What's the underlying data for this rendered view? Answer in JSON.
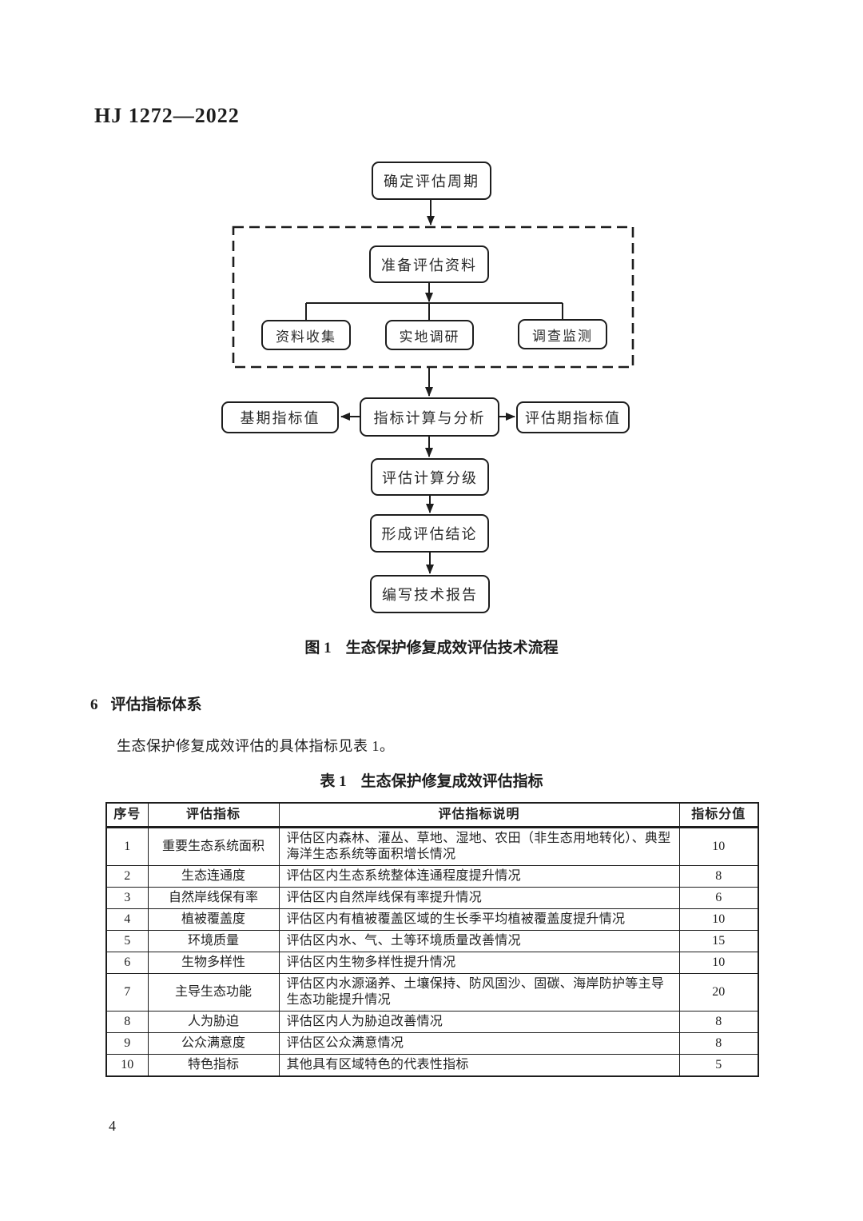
{
  "header": {
    "standard_number": "HJ 1272—2022"
  },
  "flowchart": {
    "boxes": {
      "determine_cycle": "确定评估周期",
      "prepare_materials": "准备评估资料",
      "data_collection": "资料收集",
      "field_research": "实地调研",
      "survey_monitoring": "调查监测",
      "baseline_value": "基期指标值",
      "calc_analysis": "指标计算与分析",
      "assessment_value": "评估期指标值",
      "calc_grading": "评估计算分级",
      "form_conclusion": "形成评估结论",
      "write_report": "编写技术报告"
    },
    "caption_label": "图 1",
    "caption_title": "生态保护修复成效评估技术流程"
  },
  "section": {
    "number": "6",
    "title": "评估指标体系"
  },
  "paragraph": "生态保护修复成效评估的具体指标见表 1。",
  "table": {
    "caption_label": "表 1",
    "caption_title": "生态保护修复成效评估指标",
    "headers": [
      "序号",
      "评估指标",
      "评估指标说明",
      "指标分值"
    ],
    "rows": [
      [
        "1",
        "重要生态系统面积",
        "评估区内森林、灌丛、草地、湿地、农田（非生态用地转化）、典型海洋生态系统等面积增长情况",
        "10"
      ],
      [
        "2",
        "生态连通度",
        "评估区内生态系统整体连通程度提升情况",
        "8"
      ],
      [
        "3",
        "自然岸线保有率",
        "评估区内自然岸线保有率提升情况",
        "6"
      ],
      [
        "4",
        "植被覆盖度",
        "评估区内有植被覆盖区域的生长季平均植被覆盖度提升情况",
        "10"
      ],
      [
        "5",
        "环境质量",
        "评估区内水、气、土等环境质量改善情况",
        "15"
      ],
      [
        "6",
        "生物多样性",
        "评估区内生物多样性提升情况",
        "10"
      ],
      [
        "7",
        "主导生态功能",
        "评估区内水源涵养、土壤保持、防风固沙、固碳、海岸防护等主导生态功能提升情况",
        "20"
      ],
      [
        "8",
        "人为胁迫",
        "评估区内人为胁迫改善情况",
        "8"
      ],
      [
        "9",
        "公众满意度",
        "评估区公众满意情况",
        "8"
      ],
      [
        "10",
        "特色指标",
        "其他具有区域特色的代表性指标",
        "5"
      ]
    ]
  },
  "footer": {
    "page_number": "4"
  }
}
